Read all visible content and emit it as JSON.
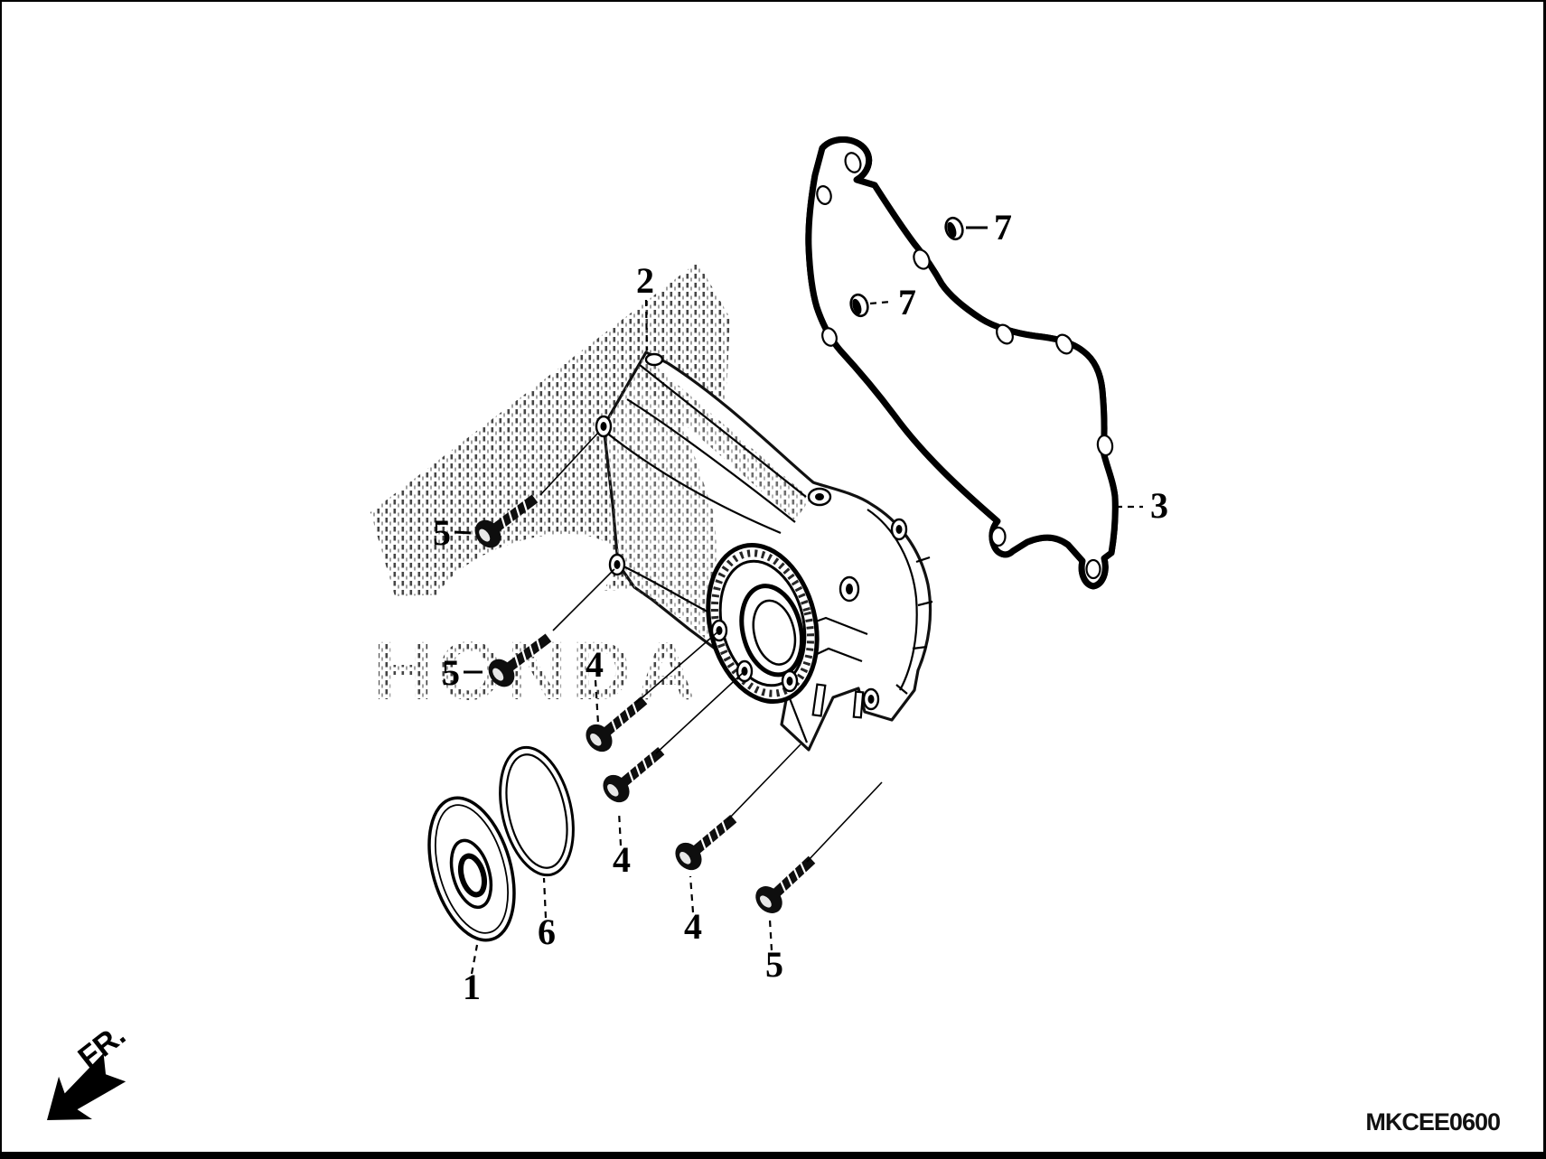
{
  "diagram_code": "MKCEE0600",
  "front_marker": "FR.",
  "watermark_text": "HONDA",
  "part_labels": {
    "disc": "1",
    "cover": "2",
    "gasket": "3",
    "flange_bolt": "4",
    "flange_bolt_long": "5",
    "o_ring": "6",
    "dowel_pin": "7"
  },
  "colors": {
    "line": "#000000",
    "background": "#ffffff",
    "halftone": "#4a4a4a"
  }
}
